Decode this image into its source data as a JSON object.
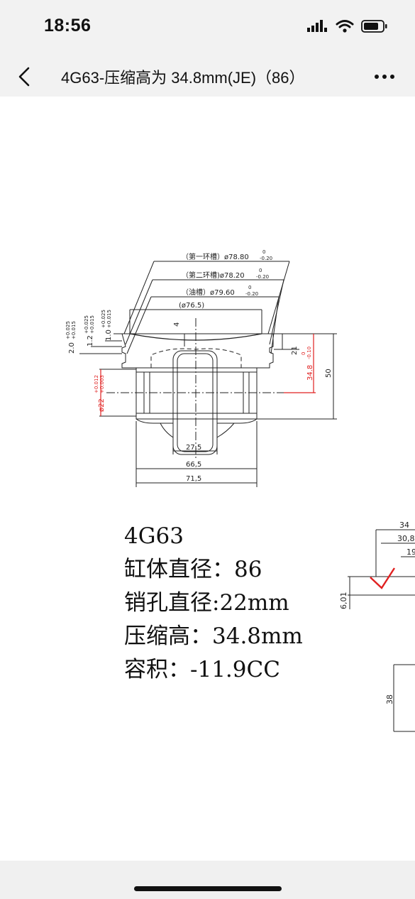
{
  "status": {
    "time": "18:56"
  },
  "nav": {
    "title": "4G63-压缩高为 34.8mm(JE)（86）"
  },
  "drawing": {
    "ring_groove_1": "（第一环槽）ø78.80",
    "ring_groove_1_tol_upper": "0",
    "ring_groove_1_tol_lower": "-0.20",
    "ring_groove_2": "（第二环槽)ø78.20",
    "ring_groove_2_tol_upper": "0",
    "ring_groove_2_tol_lower": "-0.20",
    "oil_groove": "（油槽）ø79.60",
    "oil_groove_tol_upper": "0",
    "oil_groove_tol_lower": "-0.20",
    "crown_dia": "(ø76.5)",
    "dim_4": "4",
    "dim_21": "21",
    "dim_50": "50",
    "compression_height": "34.8",
    "compression_tol_upper": "0",
    "compression_tol_lower": "-0.10",
    "pin_bore": "ø22",
    "pin_tol_upper": "+0.012",
    "pin_tol_lower": "+0.003",
    "groove_w1": "2.0",
    "groove_w1_tol_upper": "+0.025",
    "groove_w1_tol_lower": "+0.015",
    "groove_w2": "1.2",
    "groove_w2_tol_upper": "+0.025",
    "groove_w2_tol_lower": "+0.015",
    "groove_w3": "1.0",
    "groove_w3_tol_upper": "+0.025",
    "groove_w3_tol_lower": "+0.015",
    "dim_27_5": "27,5",
    "dim_66_5": "66,5",
    "dim_71_5": "71,5",
    "side_34": "34",
    "side_30_8": "30,8",
    "side_19": "19",
    "side_6_01": "6,01",
    "side_38": "38"
  },
  "specs": {
    "model": "4G63",
    "bore": "缸体直径：86",
    "pin": "销孔直径:22mm",
    "height": "压缩高：34.8mm",
    "volume": "容积：-11.9CC"
  },
  "colors": {
    "accent_red": "#e02020"
  }
}
